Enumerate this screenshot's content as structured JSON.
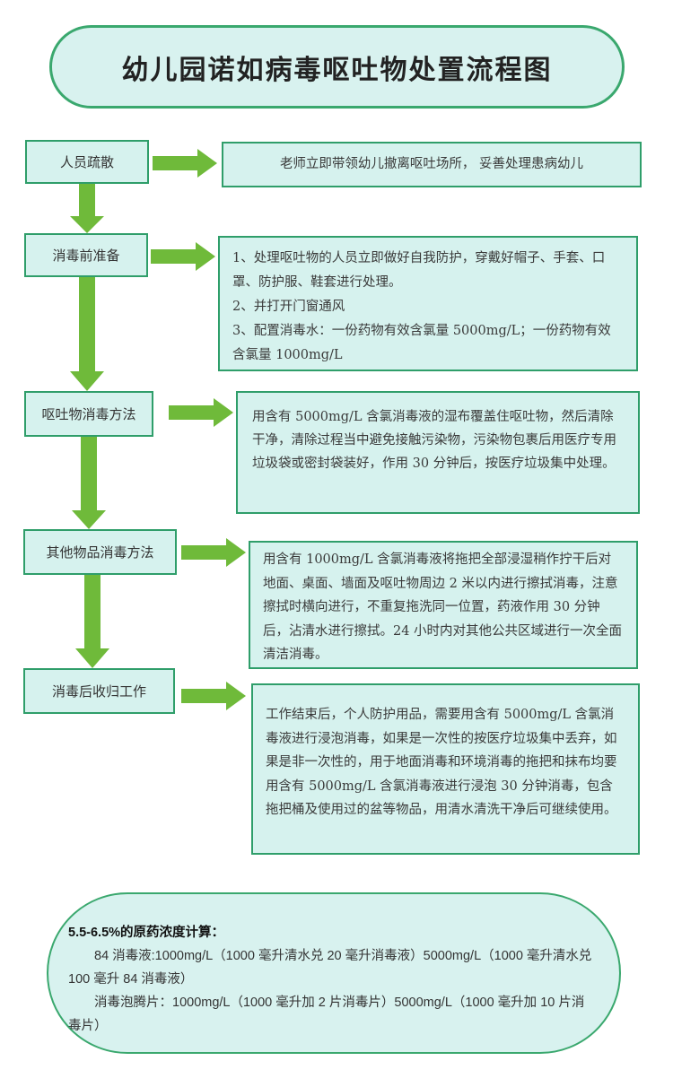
{
  "title": "幼儿园诺如病毒呕吐物处置流程图",
  "colors": {
    "box_fill": "#d6f2ee",
    "box_border": "#2f9e6a",
    "arrow": "#6fba3a"
  },
  "steps": [
    {
      "label": "人员疏散",
      "details": [
        "老师立即带领幼儿撤离呕吐场所， 妥善处理患病幼儿"
      ]
    },
    {
      "label": "消毒前准备",
      "details": [
        "1、处理呕吐物的人员立即做好自我防护，穿戴好帽子、手套、口罩、防护服、鞋套进行处理。",
        "2、并打开门窗通风",
        "3、配置消毒水：一份药物有效含氯量 5000mg/L；一份药物有效含氯量 1000mg/L"
      ]
    },
    {
      "label": "呕吐物消毒方法",
      "details": [
        "用含有 5000mg/L 含氯消毒液的湿布覆盖住呕吐物，然后清除干净，清除过程当中避免接触污染物，污染物包裹后用医疗专用垃圾袋或密封袋装好，作用 30 分钟后，按医疗垃圾集中处理。"
      ]
    },
    {
      "label": "其他物品消毒方法",
      "details": [
        "用含有 1000mg/L 含氯消毒液将拖把全部浸湿稍作拧干后对地面、桌面、墙面及呕吐物周边 2 米以内进行擦拭消毒，注意擦拭时横向进行，不重复拖洗同一位置，药液作用 30 分钟后，沾清水进行擦拭。24 小时内对其他公共区域进行一次全面清洁消毒。"
      ]
    },
    {
      "label": "消毒后收归工作",
      "details": [
        "工作结束后，个人防护用品，需要用含有 5000mg/L 含氯消毒液进行浸泡消毒，如果是一次性的按医疗垃圾集中丢弃，如果是非一次性的，用于地面消毒和环境消毒的拖把和抹布均要用含有 5000mg/L 含氯消毒液进行浸泡 30 分钟消毒，包含拖把桶及使用过的盆等物品，用清水清洗干净后可继续使用。"
      ]
    }
  ],
  "note": {
    "heading": "5.5-6.5%的原药浓度计算：",
    "lines": [
      "84 消毒液:1000mg/L（1000 毫升清水兑 20 毫升消毒液）5000mg/L（1000 毫升清水兑 100 毫升 84 消毒液）",
      "消毒泡腾片：1000mg/L（1000 毫升加 2 片消毒片）5000mg/L（1000 毫升加 10 片消毒片）"
    ]
  }
}
